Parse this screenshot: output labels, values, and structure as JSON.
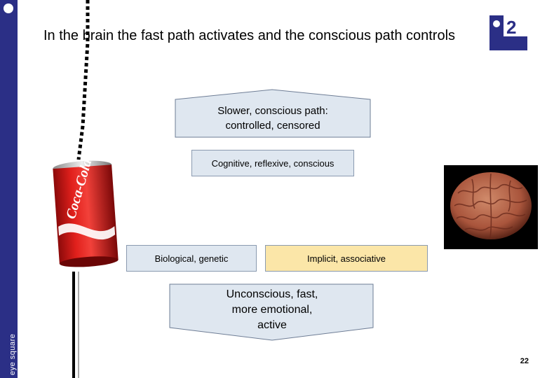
{
  "slide": {
    "title": "In the brain the fast path activates and the conscious path controls",
    "sidebar_label": "eye square",
    "page_number": "22"
  },
  "logo": {
    "text": "2",
    "color": "#2b2f86",
    "icon": "o2-logo"
  },
  "diagram": {
    "slow_path_box": {
      "line1": "Slower, conscious path:",
      "line2": "controlled, censored"
    },
    "cognitive_box": "Cognitive, reflexive, conscious",
    "biological_box": "Biological, genetic",
    "implicit_box": "Implicit, associative",
    "fast_path_box": {
      "line1": "Unconscious, fast,",
      "line2": "more emotional,",
      "line3": "active"
    }
  },
  "images": {
    "can": "coca-cola-can",
    "brain": "brain-image"
  },
  "colors": {
    "sidebar": "#2b2f86",
    "box_blue": "#dfe7f0",
    "box_yellow": "#fbe6a8"
  }
}
